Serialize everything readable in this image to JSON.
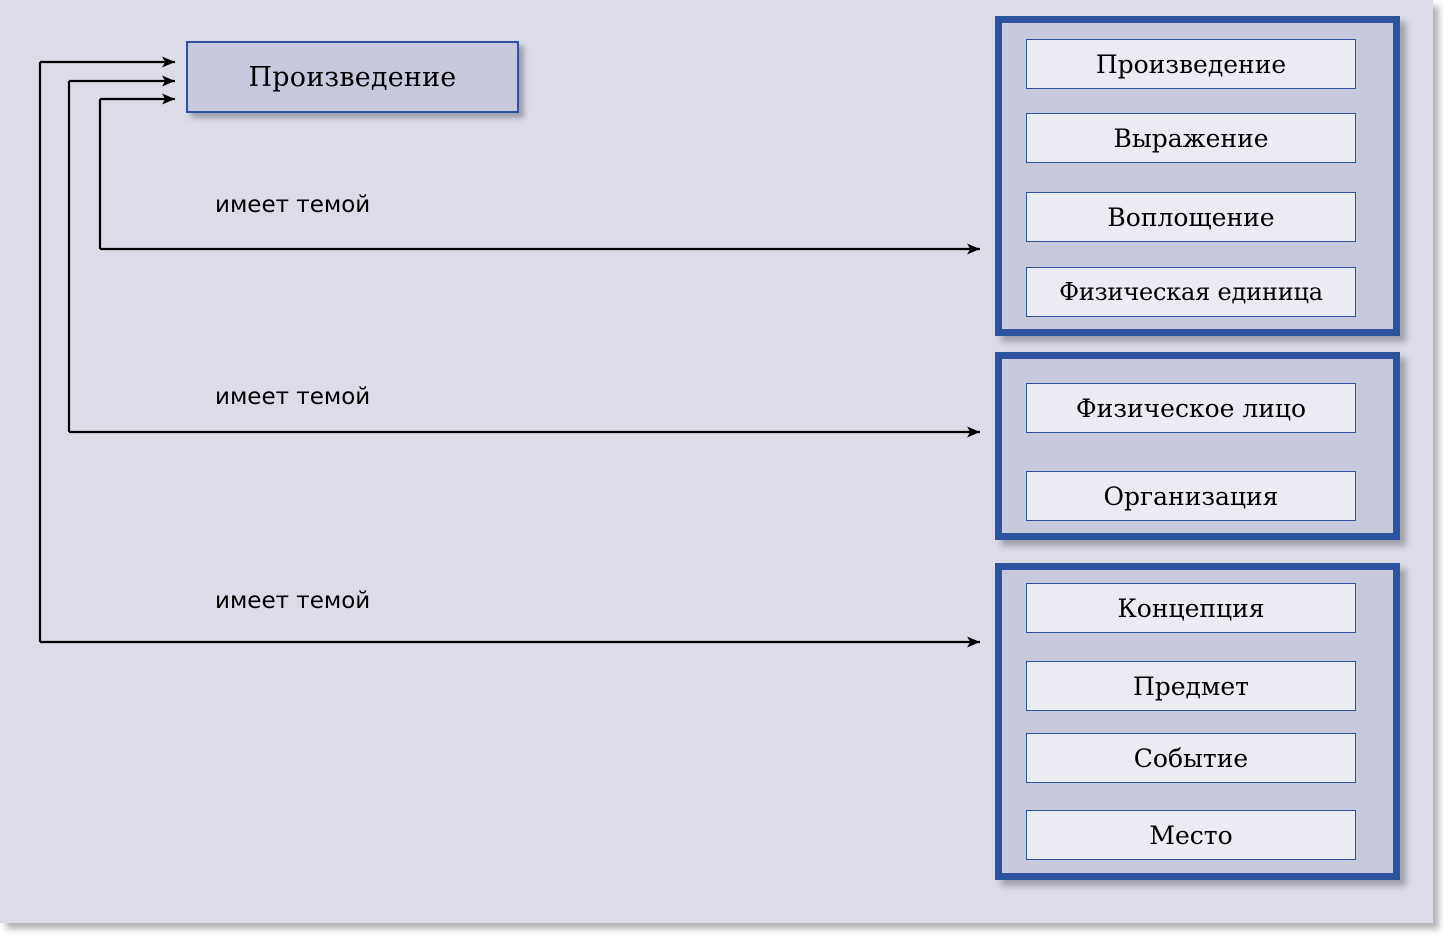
{
  "diagram": {
    "title_entity": "Произведение",
    "background_color": "#dcdce9",
    "accent_color": "#2d539e",
    "entity_fill": "#c9c9dd",
    "item_fill": "#ebebf3"
  },
  "entity": {
    "label": "Произведение"
  },
  "edges": [
    {
      "label": "имеет темой"
    },
    {
      "label": "имеет темой"
    },
    {
      "label": "имеет темой"
    }
  ],
  "groups": [
    {
      "name": "group-works",
      "items": [
        {
          "label": "Произведение"
        },
        {
          "label": "Выражение"
        },
        {
          "label": "Воплощение"
        },
        {
          "label": "Физическая единица"
        }
      ]
    },
    {
      "name": "group-agents",
      "items": [
        {
          "label": "Физическое лицо"
        },
        {
          "label": "Организация"
        }
      ]
    },
    {
      "name": "group-subjects",
      "items": [
        {
          "label": "Концепция"
        },
        {
          "label": "Предмет"
        },
        {
          "label": "Событие"
        },
        {
          "label": "Место"
        }
      ]
    }
  ]
}
